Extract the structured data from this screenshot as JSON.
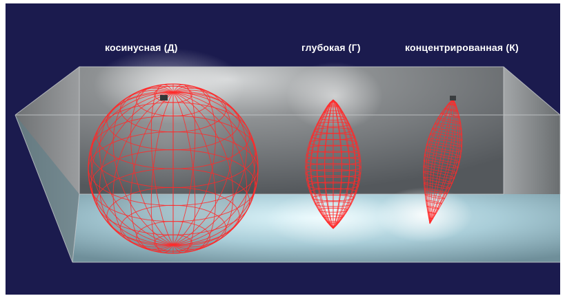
{
  "labels": {
    "cosine": "косинусная (Д)",
    "deep": "глубокая (Г)",
    "concentrated": "концентрированная (К)"
  },
  "colors": {
    "frame_background": "#1b1b4e",
    "wireframe": "#ff2a2a",
    "room_wall": "#8a8c8e",
    "room_floor": "#9fc3cf",
    "label_text": "#ffffff"
  }
}
